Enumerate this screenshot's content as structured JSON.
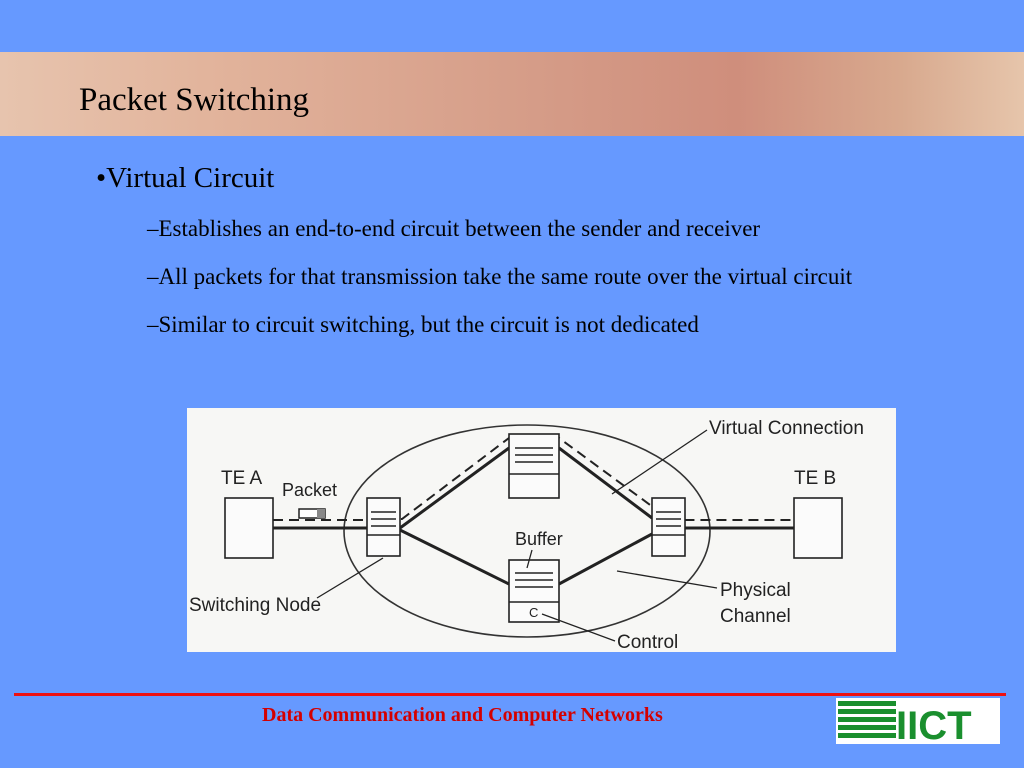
{
  "slide": {
    "title": "Packet Switching",
    "bullet": "•Virtual Circuit",
    "sub_items": [
      "–Establishes an end-to-end circuit between the sender and receiver",
      "–All packets for that transmission take the same route over the virtual circuit",
      "–Similar to circuit switching, but the circuit is not dedicated"
    ]
  },
  "diagram": {
    "labels": {
      "te_a": "TE A",
      "te_b": "TE B",
      "packet": "Packet",
      "buffer": "Buffer",
      "virtual_connection": "Virtual Connection",
      "switching_node": "Switching Node",
      "physical_channel_1": "Physical",
      "physical_channel_2": "Channel",
      "control": "Control",
      "control_mark": "C"
    }
  },
  "footer": {
    "text": "Data Communication and Computer Networks",
    "logo_text": "IICT"
  }
}
